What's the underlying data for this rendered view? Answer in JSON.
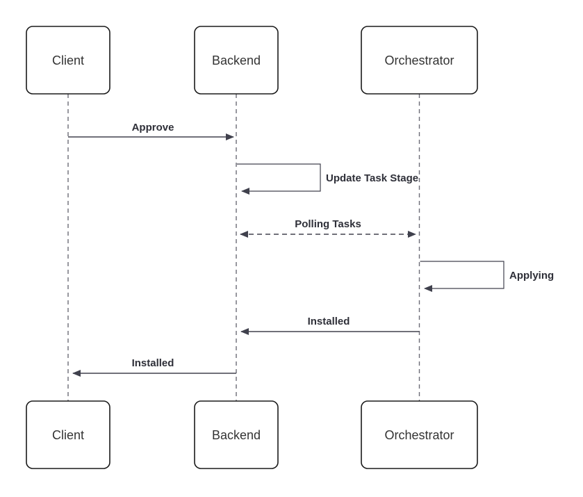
{
  "diagram": {
    "type": "sequence-diagram",
    "actors": [
      {
        "id": "client",
        "label": "Client"
      },
      {
        "id": "backend",
        "label": "Backend"
      },
      {
        "id": "orchestrator",
        "label": "Orchestrator"
      }
    ],
    "messages": [
      {
        "from": "client",
        "to": "backend",
        "label": "Approve",
        "style": "solid-arrow"
      },
      {
        "from": "backend",
        "to": "backend",
        "label": "Update Task Stage",
        "style": "self-loop"
      },
      {
        "from": "backend",
        "to": "orchestrator",
        "label": "Polling Tasks",
        "style": "dashed-bidirectional-arrow"
      },
      {
        "from": "orchestrator",
        "to": "orchestrator",
        "label": "Applying",
        "style": "self-loop"
      },
      {
        "from": "orchestrator",
        "to": "backend",
        "label": "Installed",
        "style": "solid-arrow"
      },
      {
        "from": "backend",
        "to": "client",
        "label": "Installed",
        "style": "solid-arrow"
      }
    ],
    "colors": {
      "background": "#ffffff",
      "box_fill": "#ffffff",
      "box_border": "#1a1a1a",
      "lifeline": "#6b6b76",
      "arrow": "#40414d",
      "message_label": "#2e2f38",
      "actor_label": "#333333"
    }
  }
}
